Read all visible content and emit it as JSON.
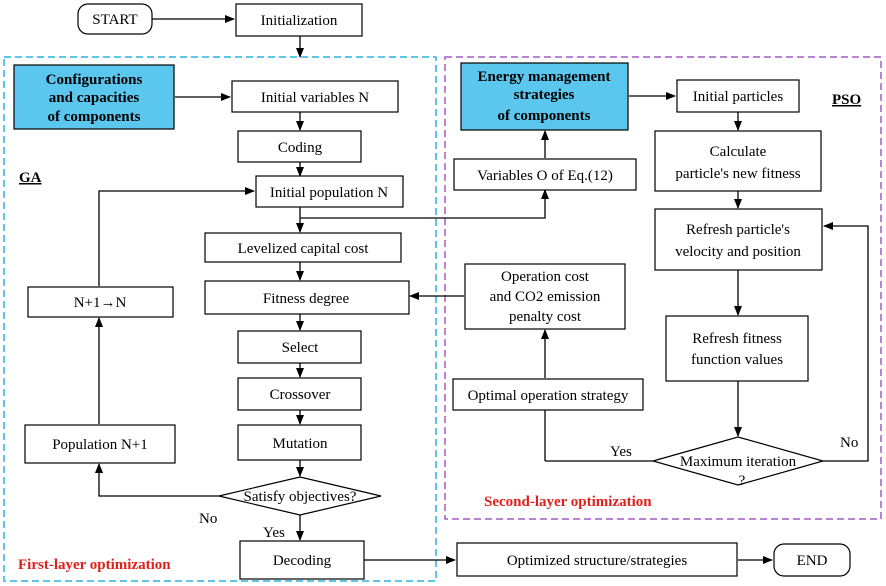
{
  "nodes": {
    "start": "START",
    "init": "Initialization",
    "config": [
      "Configurations",
      "and capacities",
      "of components"
    ],
    "init_vars": "Initial variables N",
    "coding": "Coding",
    "init_pop": "Initial population N",
    "lcc": "Levelized capital cost",
    "fitness": "Fitness degree",
    "select": "Select",
    "crossover": "Crossover",
    "mutation": "Mutation",
    "satisfy": "Satisfy objectives?",
    "decoding": "Decoding",
    "n_plus": "N+1→N",
    "pop_plus": "Population N+1",
    "energy": [
      "Energy management",
      "strategies",
      "of components"
    ],
    "variables_o": "Variables O of Eq.(12)",
    "op_cost": [
      "Operation cost",
      "and CO2 emission",
      "penalty cost"
    ],
    "optimal": "Optimal operation strategy",
    "init_particles": "Initial particles",
    "calc_fitness": [
      "Calculate",
      "particle's new fitness"
    ],
    "refresh_vel": [
      "Refresh particle's",
      "velocity and position"
    ],
    "refresh_fit": [
      "Refresh fitness",
      "function values"
    ],
    "max_iter": [
      "Maximum iteration",
      "?"
    ],
    "optimized": "Optimized structure/strategies",
    "end": "END"
  },
  "labels": {
    "ga": "GA",
    "pso": "PSO",
    "first_layer": "First-layer optimization",
    "second_layer": "Second-layer optimization",
    "yes_satisfy": "Yes",
    "no_satisfy": "No",
    "yes_max": "Yes",
    "no_max": "No"
  },
  "colors": {
    "ga_frame": "#2ab4e3",
    "pso_frame": "#a05cc9",
    "highlight_fill": "#5bc6ee",
    "layer_label": "#e0201b"
  }
}
